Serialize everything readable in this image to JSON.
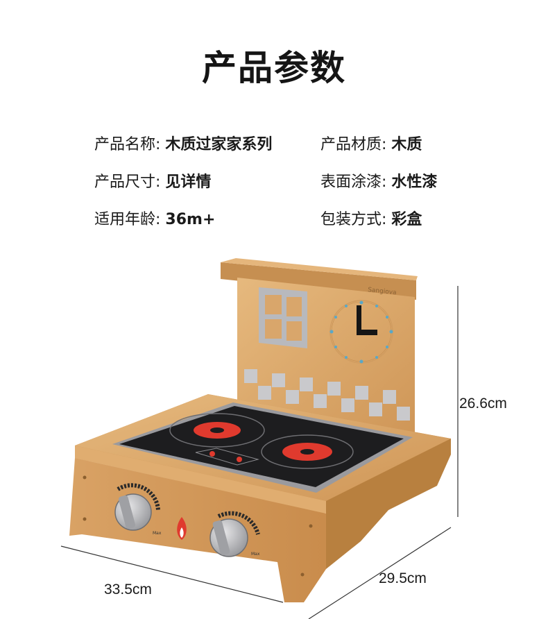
{
  "title": "产品参数",
  "specs": [
    {
      "label": "产品名称:",
      "value": "木质过家家系列"
    },
    {
      "label": "产品材质:",
      "value": "木质"
    },
    {
      "label": "产品尺寸:",
      "value": "见详情"
    },
    {
      "label": "表面涂漆:",
      "value": "水性漆"
    },
    {
      "label": "适用年龄:",
      "value": "36m+"
    },
    {
      "label": "包装方式:",
      "value": "彩盒"
    }
  ],
  "dimensions": {
    "height": "26.6cm",
    "width": "33.5cm",
    "depth": "29.5cm"
  },
  "product": {
    "brand": "Sangiova",
    "knob_label": "Max",
    "colors": {
      "wood": "#d9a66b",
      "wood_dark": "#b98447",
      "cooktop": "#1d1d1f",
      "burner": "#e03a2e",
      "tile": "#c9c9cc"
    }
  }
}
